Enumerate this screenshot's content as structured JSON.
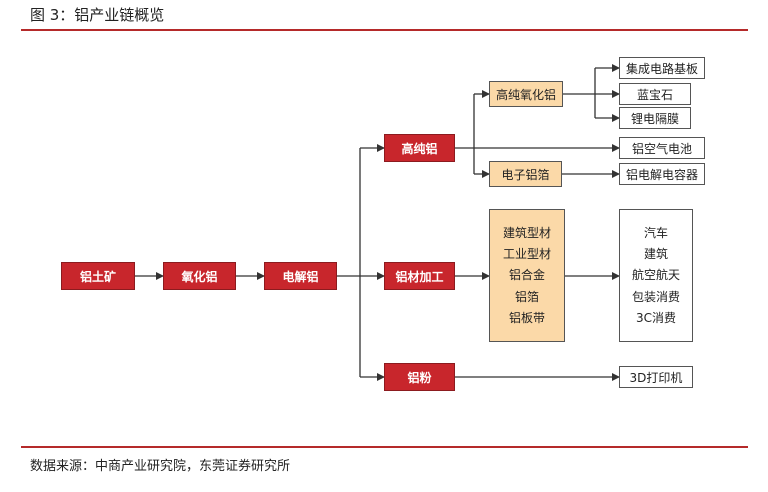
{
  "figure": {
    "title": "图 3：铝产业链概览"
  },
  "source": "数据来源：中商产业研究院，东莞证券研究所",
  "chain": [
    "铝土矿",
    "氧化铝",
    "电解铝"
  ],
  "branches": {
    "high_purity": "高纯铝",
    "processing": "铝材加工",
    "powder": "铝粉"
  },
  "high_purity": {
    "alumina": "高纯氧化铝",
    "foil": "电子铝箔",
    "alumina_uses": [
      "集成电路基板",
      "蓝宝石",
      "锂电隔膜"
    ],
    "air_battery": "铝空气电池",
    "capacitor": "铝电解电容器"
  },
  "processing": {
    "products": [
      "建筑型材",
      "工业型材",
      "铝合金",
      "铝箔",
      "铝板带"
    ],
    "uses": [
      "汽车",
      "建筑",
      "航空航天",
      "包装消费",
      "3C消费"
    ]
  },
  "powder": {
    "use": "3D打印机"
  },
  "colors": {
    "accent": "#c8262c",
    "rule": "#b52a2a",
    "tan": "#fbd9a8",
    "line": "#333333"
  }
}
